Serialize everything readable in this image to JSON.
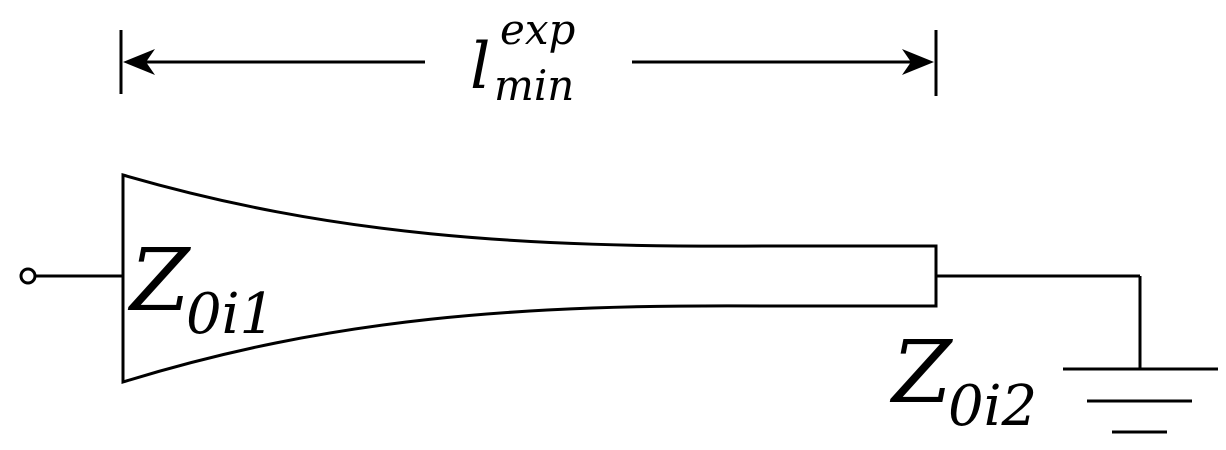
{
  "diagram": {
    "length_label": {
      "base": "l",
      "superscript": "exp",
      "subscript": "min"
    },
    "z_left": {
      "base": "Z",
      "subscript": "0i1"
    },
    "z_right": {
      "base": "Z",
      "subscript": "0i2"
    }
  }
}
